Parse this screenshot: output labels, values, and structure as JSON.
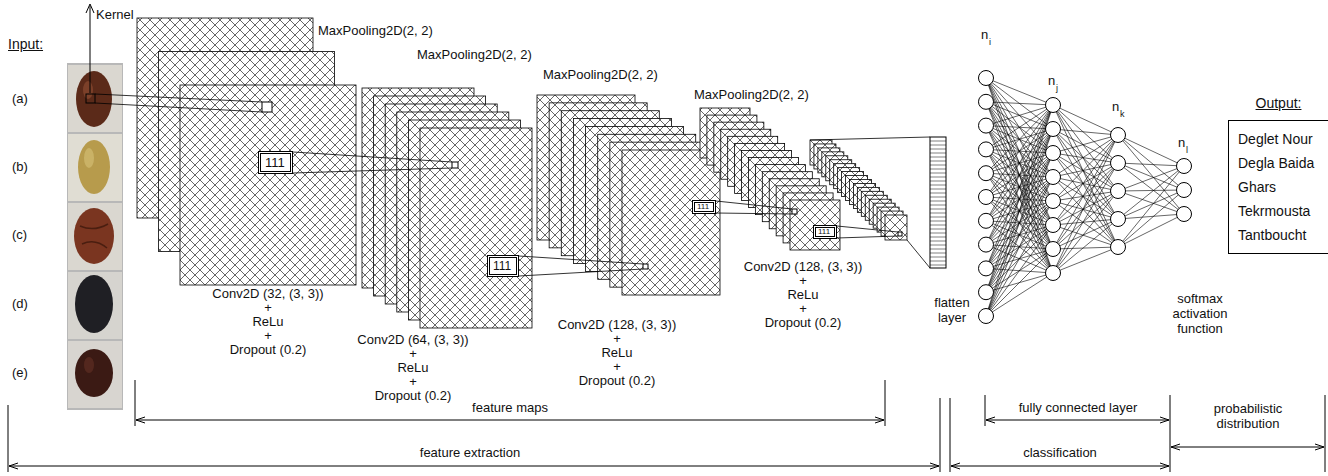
{
  "diagram": {
    "nodes": [
      {
        "text": [
          "111"
        ]
      },
      {
        "text": [
          "111"
        ]
      },
      {
        "text": [
          "111"
        ]
      },
      {
        "text": [
          "111"
        ]
      },
      {
        "text": [
          "Output:",
          "Deglet Nour",
          "Degla Baida",
          "Ghars",
          "Tekrmousta",
          "Tantboucht"
        ]
      }
    ],
    "labels": [
      "Kernel",
      "Input:",
      "(a)",
      "(b)",
      "(c)",
      "(d)",
      "(e)",
      "MaxPooling2D(2, 2)",
      "MaxPooling2D(2, 2)",
      "MaxPooling2D(2, 2)",
      "MaxPooling2D(2, 2)",
      "Conv2D (32, (3, 3))",
      "+",
      "ReLu",
      "+",
      "Dropout (0.2)",
      "Conv2D (64, (3, 3))",
      "+",
      "ReLu",
      "+",
      "Dropout (0.2)",
      "Conv2D (128, (3, 3))",
      "+",
      "ReLu",
      "+",
      "Dropout (0.2)",
      "Conv2D (128, (3, 3))",
      "+",
      "ReLu",
      "+",
      "Dropout (0.2)",
      "flatten layer",
      "n",
      "i",
      "n",
      "j",
      "n",
      "k",
      "n",
      "l",
      "softmax activation function",
      "feature maps",
      "fully connected layer",
      "probabilistic distribution",
      "feature extraction",
      "classification"
    ]
  }
}
